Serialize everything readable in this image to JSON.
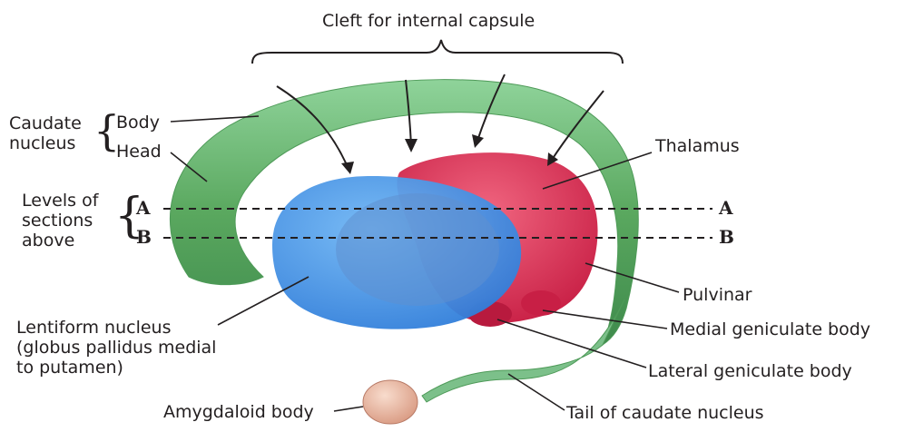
{
  "title": "Cleft for internal capsule",
  "caudate": {
    "group_label": "Caudate nucleus",
    "body": "Body",
    "head": "Head"
  },
  "levels": {
    "group_label": "Levels of sections above",
    "a": "A",
    "b": "B"
  },
  "labels": {
    "thalamus": "Thalamus",
    "pulvinar": "Pulvinar",
    "medial_geniculate": "Medial geniculate body",
    "lateral_geniculate": "Lateral geniculate body",
    "tail": "Tail of caudate nucleus",
    "amygdaloid": "Amygdaloid body",
    "lentiform": "Lentiform nucleus\n(globus pallidus medial\nto putamen)"
  },
  "colors": {
    "caudate": "#5aa85f",
    "thalamus": "#e0315a",
    "lentiform": "#3f8fe0",
    "amygdala": "#e8b4a0"
  }
}
